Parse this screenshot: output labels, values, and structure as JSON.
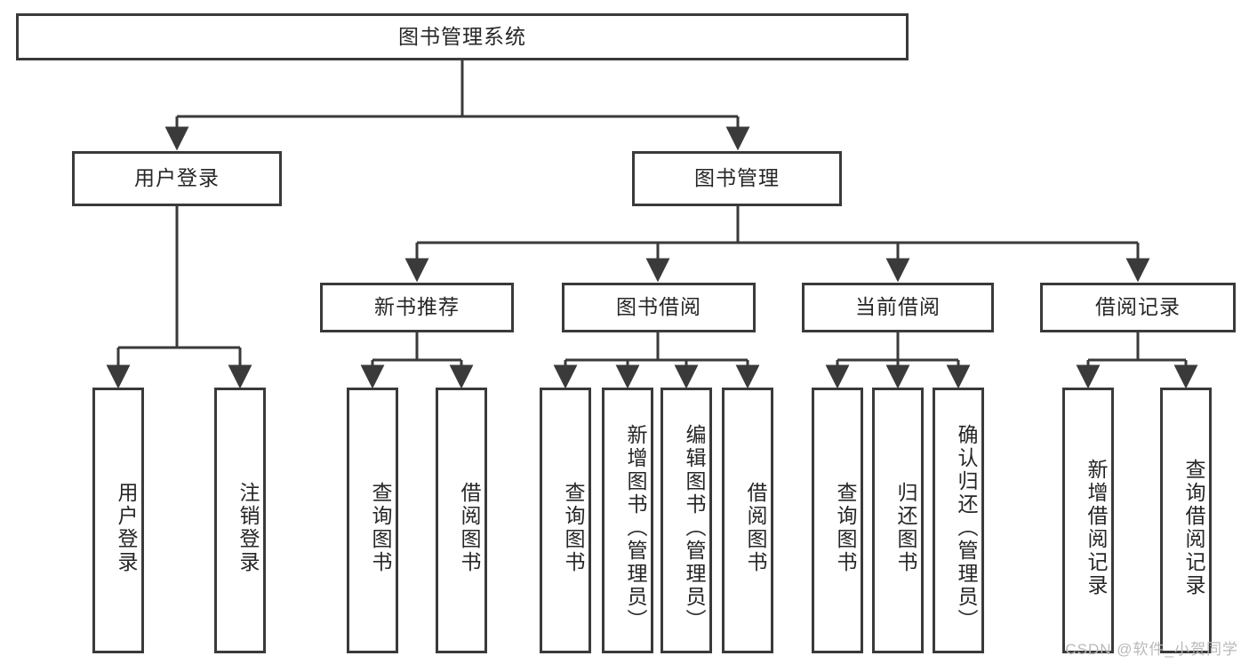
{
  "diagram": {
    "type": "tree",
    "title": "图书管理系统",
    "watermark": "CSDN @软件_小贺同学",
    "colors": {
      "box_border": "#3a3a3a",
      "box_fill": "#ffffff",
      "connector": "#3a3a3a",
      "text": "#262626",
      "watermark": "#b9b9b9"
    },
    "nodes": {
      "root": {
        "label": "图书管理系统"
      },
      "level2": [
        {
          "label": "用户登录"
        },
        {
          "label": "图书管理"
        }
      ],
      "level3": [
        {
          "label": "新书推荐"
        },
        {
          "label": "图书借阅"
        },
        {
          "label": "当前借阅"
        },
        {
          "label": "借阅记录"
        }
      ],
      "leaves_user_login": [
        {
          "label": "用户登录"
        },
        {
          "label": "注销登录"
        }
      ],
      "leaves_new_book": [
        {
          "label": "查询图书"
        },
        {
          "label": "借阅图书"
        }
      ],
      "leaves_borrow": [
        {
          "label": "查询图书"
        },
        {
          "label": "新增图书（管理员）"
        },
        {
          "label": "编辑图书（管理员）"
        },
        {
          "label": "借阅图书"
        }
      ],
      "leaves_current": [
        {
          "label": "查询图书"
        },
        {
          "label": "归还图书"
        },
        {
          "label": "确认归还（管理员）"
        }
      ],
      "leaves_records": [
        {
          "label": "新增借阅记录"
        },
        {
          "label": "查询借阅记录"
        }
      ]
    }
  }
}
